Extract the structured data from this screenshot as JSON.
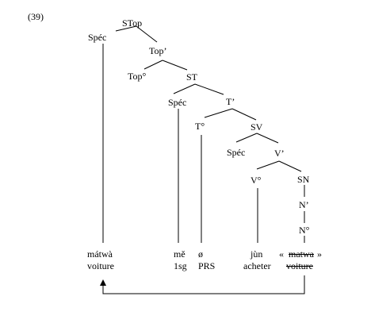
{
  "example_number": "(39)",
  "nodes": {
    "stop": "STop",
    "spec_top": "Spéc",
    "top_bar": "Top’",
    "top_head": "Top°",
    "st": "ST",
    "spec_t": "Spéc",
    "t_bar": "T’",
    "t_head": "T°",
    "sv": "SV",
    "spec_v": "Spéc",
    "v_bar": "V’",
    "v_head": "V°",
    "sn": "SN",
    "n_bar": "N’",
    "n_head": "N°"
  },
  "words": {
    "matwa": "mátwà",
    "voiture": "voiture",
    "me": "mě",
    "lsg": "1sg",
    "null": "ø",
    "prs": "PRS",
    "jun": "jùn",
    "acheter": "acheter",
    "quote_open": "«",
    "matwa_copy": "matwa",
    "quote_close": "»",
    "voiture_copy": "voiture"
  }
}
